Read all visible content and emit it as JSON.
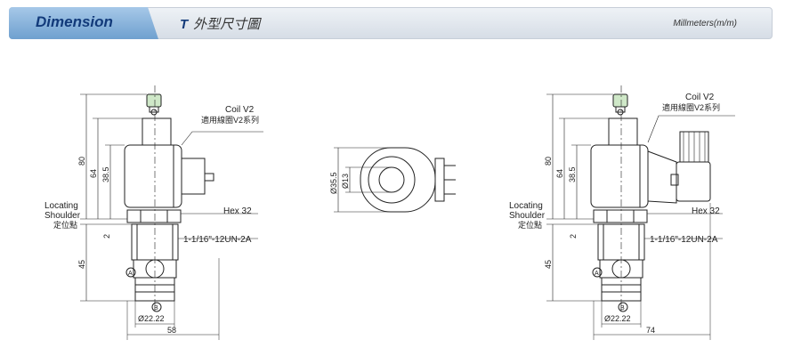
{
  "header": {
    "tab_title": "Dimension",
    "prefix": "T",
    "subtitle": "外型尺寸圖",
    "unit": "Millmeters(m/m)"
  },
  "left_view": {
    "coil_label_en": "Coil V2",
    "coil_label_zh": "適用線圈V2系列",
    "locating_en_1": "Locating",
    "locating_en_2": "Shoulder",
    "locating_zh": "定位點",
    "hex": "Hex 32",
    "thread": "1-1/16\"-12UN-2A",
    "dim_80": "80",
    "dim_64": "64",
    "dim_38_5": "38.5",
    "dim_2": "2",
    "dim_45": "45",
    "port_a": "A",
    "port_b": "B",
    "dia": "Ø22.22",
    "width": "58"
  },
  "middle_view": {
    "dia_large": "Ø35.5",
    "dia_small": "Ø13"
  },
  "right_view": {
    "coil_label_en": "Coil V2",
    "coil_label_zh": "適用線圈V2系列",
    "locating_en_1": "Locating",
    "locating_en_2": "Shoulder",
    "locating_zh": "定位點",
    "hex": "Hex 32",
    "thread": "1-1/16\"-12UN-2A",
    "dim_80": "80",
    "dim_64": "64",
    "dim_38_5": "38.5",
    "dim_2": "2",
    "dim_45": "45",
    "port_a": "A",
    "port_b": "B",
    "dia": "Ø22.22",
    "width": "74"
  }
}
